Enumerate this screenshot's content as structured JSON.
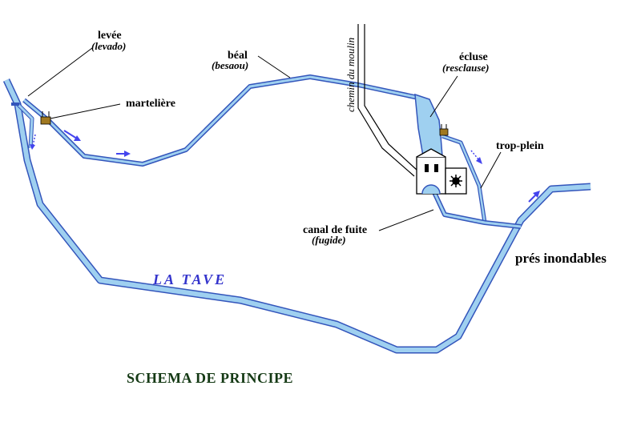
{
  "labels": {
    "levee": "levée",
    "levee_local": "(levado)",
    "marteliere": "martelière",
    "beal": "béal",
    "beal_local": "(besaou)",
    "chemin": "chemin du moulin",
    "ecluse": "écluse",
    "ecluse_local": "(resclause)",
    "trop_plein": "trop-plein",
    "canal_fuite": "canal de fuite",
    "canal_fuite_local": "(fugide)",
    "pres": "prés inondables",
    "river": "LA TAVE",
    "title": "SCHEMA DE PRINCIPE"
  },
  "colors": {
    "water": "#9fd0f0",
    "water_edge": "#3355bb",
    "arrow": "#4444ee",
    "gate": "#a07820",
    "title": "#153a15"
  }
}
